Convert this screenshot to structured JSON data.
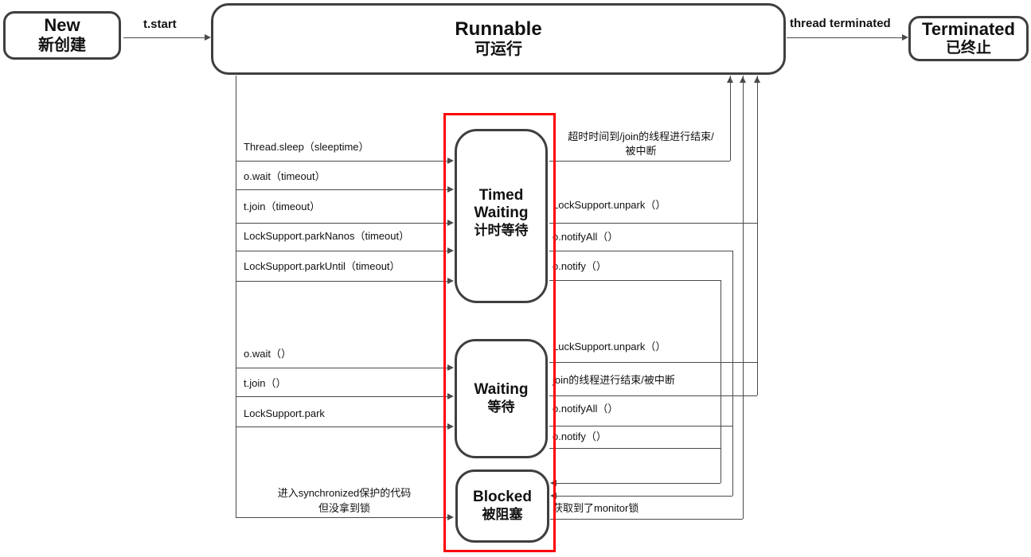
{
  "states": {
    "new": {
      "name": "New",
      "zh": "新创建"
    },
    "runnable": {
      "name": "Runnable",
      "zh": "可运行"
    },
    "terminated": {
      "name": "Terminated",
      "zh": "已终止"
    },
    "timed_waiting": {
      "name": "Timed Waiting",
      "zh": "计时等待"
    },
    "waiting": {
      "name": "Waiting",
      "zh": "等待"
    },
    "blocked": {
      "name": "Blocked",
      "zh": "被阻塞"
    }
  },
  "edges": {
    "t_start": "t.start",
    "thread_terminated": "thread terminated",
    "runnable_to_timed_waiting": [
      "Thread.sleep（sleeptime）",
      "o.wait（timeout）",
      "t.join（timeout）",
      "LockSupport.parkNanos（timeout）",
      "LockSupport.parkUntil（timeout）"
    ],
    "runnable_to_waiting": [
      "o.wait（）",
      "t.join（）",
      "LockSupport.park"
    ],
    "runnable_to_blocked": {
      "line1": "进入synchronized保护的代码",
      "line2": "但没拿到锁"
    },
    "timed_waiting_to_runnable_timeout": {
      "line1": "超时时间到/join的线程进行结束/",
      "line2": "被中断"
    },
    "timed_waiting_to_runnable_unpark": "LockSupport.unpark（）",
    "timed_waiting_to_blocked": [
      "o.notifyAll（）",
      "o.notify（）"
    ],
    "waiting_to_runnable": [
      "LuckSupport.unpark（）",
      "join的线程进行结束/被中断"
    ],
    "waiting_to_blocked": [
      "o.notifyAll（）",
      "o.notify（）"
    ],
    "blocked_to_runnable": "获取到了monitor锁"
  },
  "colors": {
    "box_border": "#3f3f3f",
    "line": "#4a4a4a",
    "highlight_red": "#ff0000",
    "text": "#111111",
    "background": "#ffffff"
  }
}
